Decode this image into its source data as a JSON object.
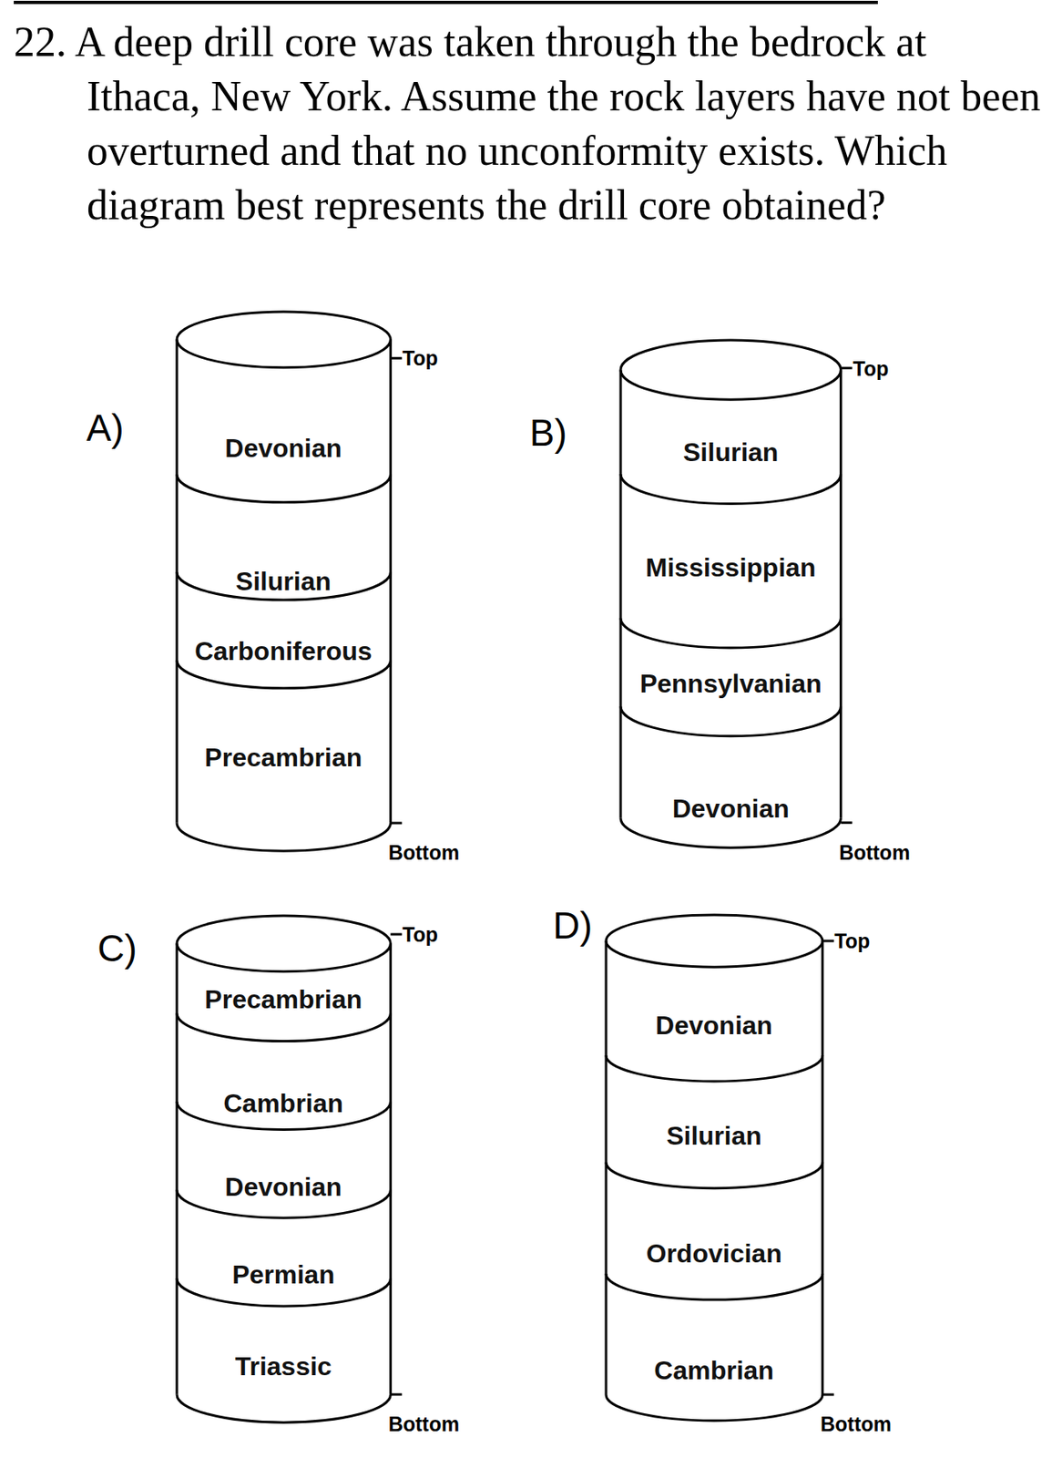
{
  "diagram": {
    "title": "22. A deep drill core was taken through the bedrock at Ithaca, New York. Assume the rock layers have not been overturned and that no unconformity exists. Which diagram best represents the drill core obtained?",
    "nodes": [
      {
        "text": [
          "A)"
        ]
      },
      {
        "text": [
          "Devonian"
        ],
        "in": 0
      },
      {
        "text": [
          "Silurian"
        ],
        "in": 0
      },
      {
        "text": [
          "Carboniferous"
        ],
        "in": 0
      },
      {
        "text": [
          "Precambrian"
        ],
        "in": 0
      },
      {
        "text": [
          "B)"
        ]
      },
      {
        "text": [
          "Silurian"
        ],
        "in": 5
      },
      {
        "text": [
          "Mississippian"
        ],
        "in": 5
      },
      {
        "text": [
          "Pennsylvanian"
        ],
        "in": 5
      },
      {
        "text": [
          "Devonian"
        ],
        "in": 5
      },
      {
        "text": [
          "C)"
        ]
      },
      {
        "text": [
          "Precambrian"
        ],
        "in": 10
      },
      {
        "text": [
          "Cambrian"
        ],
        "in": 10
      },
      {
        "text": [
          "Devonian"
        ],
        "in": 10
      },
      {
        "text": [
          "Permian"
        ],
        "in": 10
      },
      {
        "text": [
          "Triassic"
        ],
        "in": 10
      },
      {
        "text": [
          "D)"
        ]
      },
      {
        "text": [
          "Devonian"
        ],
        "in": 16
      },
      {
        "text": [
          "Silurian"
        ],
        "in": 16
      },
      {
        "text": [
          "Ordovician"
        ],
        "in": 16
      },
      {
        "text": [
          "Cambrian"
        ],
        "in": 16
      }
    ],
    "labels": [
      "Top",
      "Bottom",
      "Top",
      "Bottom",
      "Top",
      "Bottom",
      "Top",
      "Bottom"
    ]
  }
}
